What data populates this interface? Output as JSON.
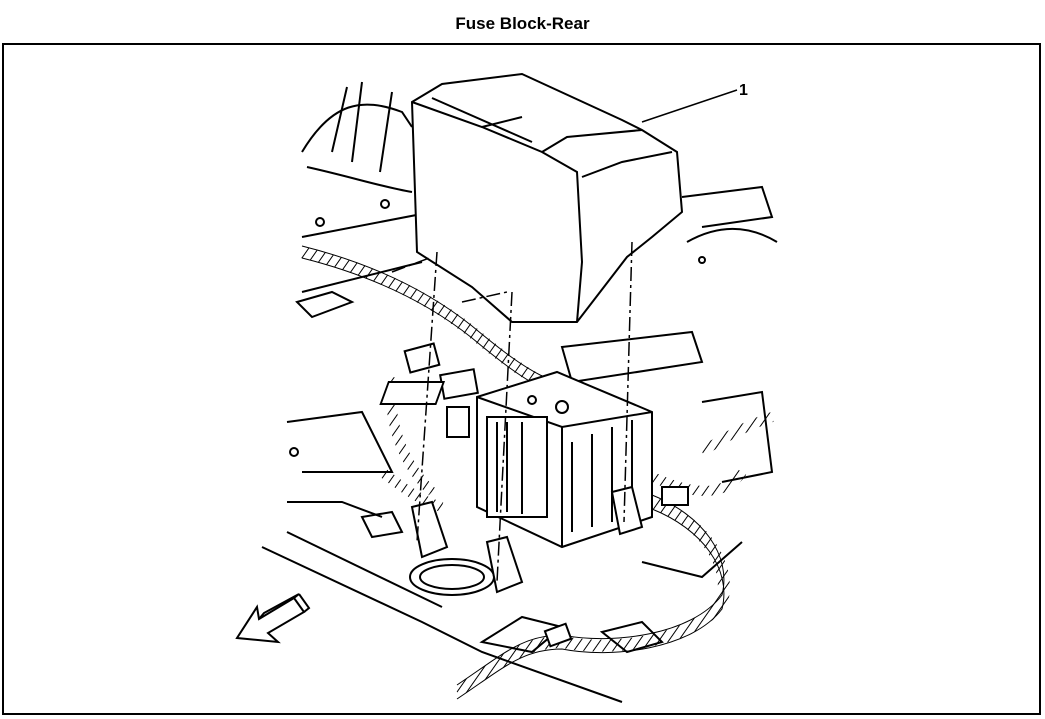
{
  "figure": {
    "title": "Fuse Block-Rear",
    "callouts": [
      {
        "number": "1",
        "refers_to": "rear-fuse-block-cover"
      }
    ]
  },
  "icons": {
    "direction_arrow": "arrow-forward-icon",
    "harness": "wire-harness-icon",
    "fuse_block": "fuse-block-icon",
    "cover": "fuse-block-cover-icon"
  },
  "colors": {
    "line": "#000000",
    "background": "#ffffff"
  }
}
